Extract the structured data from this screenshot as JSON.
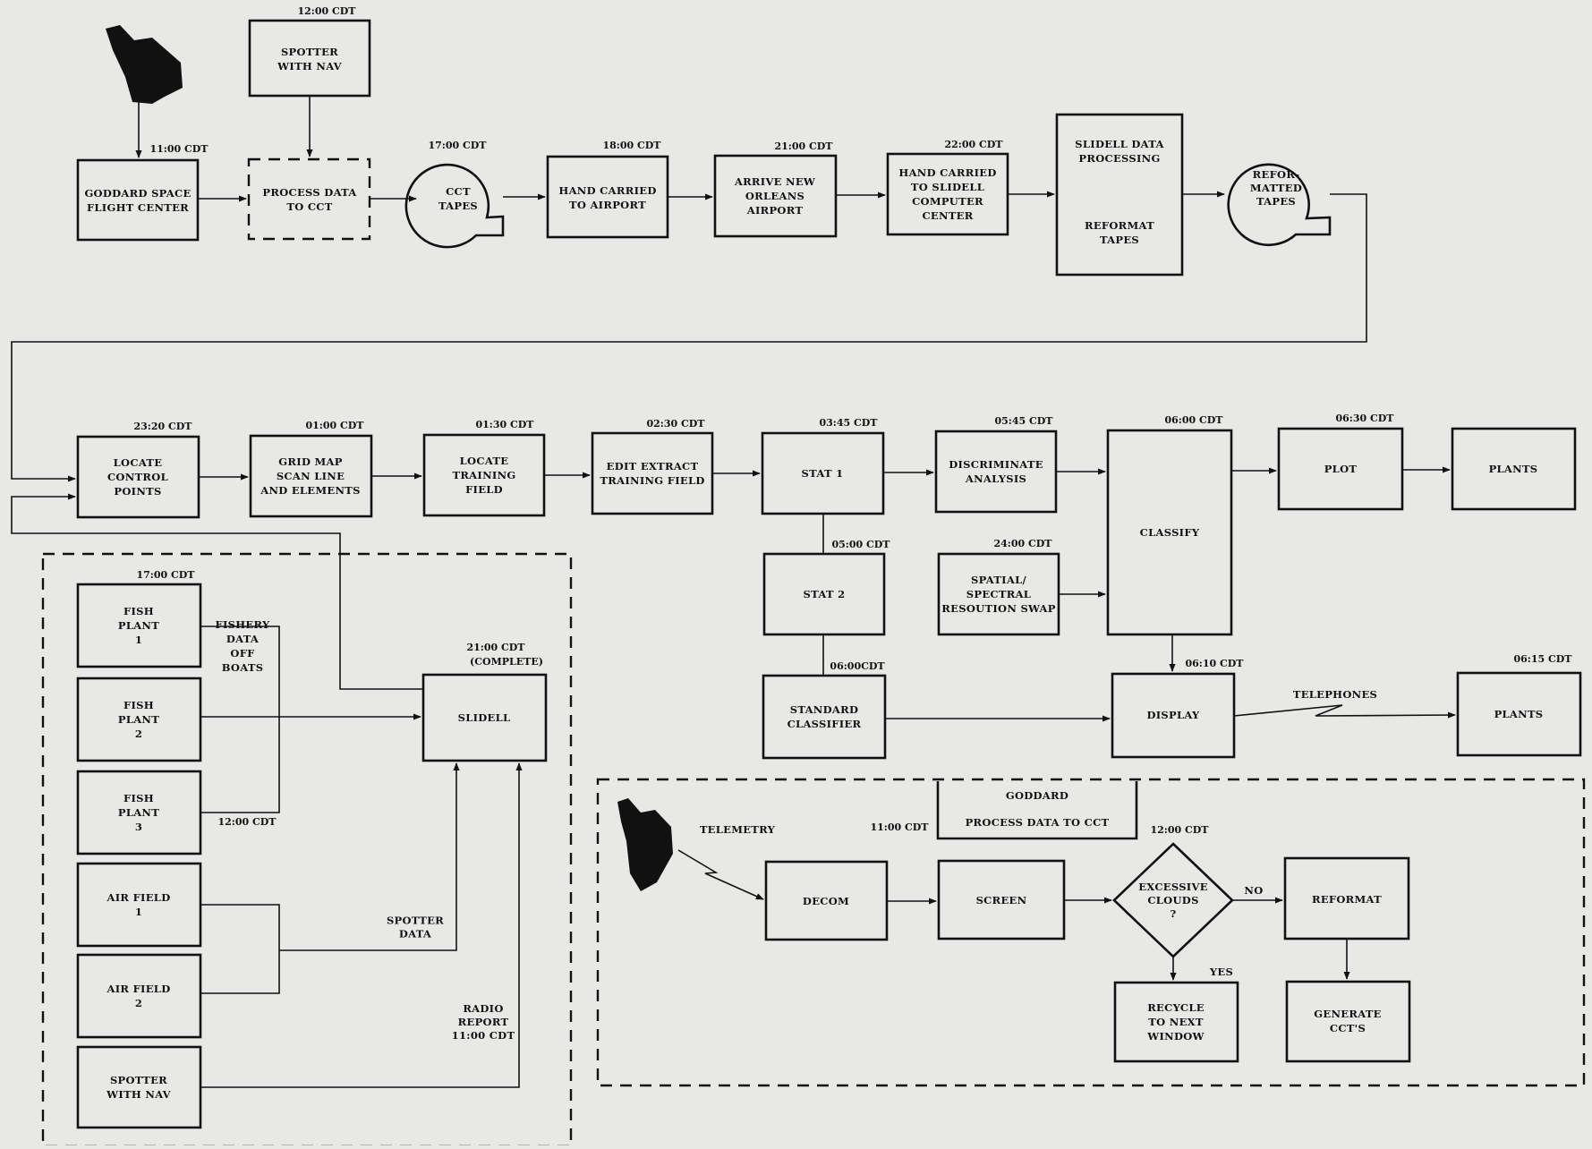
{
  "diagram": {
    "times": {
      "gsfc": "11:00 CDT",
      "spotter_top": "12:00 CDT",
      "cct": "17:00 CDT",
      "hand_airport": "18:00 CDT",
      "arrive": "21:00 CDT",
      "hand_slidell": "22:00 CDT",
      "locate_cp": "23:20 CDT",
      "grid": "01:00 CDT",
      "locate_tf": "01:30 CDT",
      "edit": "02:30 CDT",
      "stat1": "03:45 CDT",
      "disc": "05:45 CDT",
      "classify": "06:00 CDT",
      "plot": "06:30 CDT",
      "stat2": "05:00 CDT",
      "spatial": "24:00 CDT",
      "standard": "06:00CDT",
      "display": "06:10 CDT",
      "plants2": "06:15 CDT",
      "fish_top": "17:00 CDT",
      "fish_bottom": "12:00 CDT",
      "slidell_line1": "21:00 CDT",
      "slidell_line2": "(COMPLETE)",
      "goddard": "11:00 CDT",
      "excessive": "12:00 CDT"
    },
    "boxes": {
      "gsfc": [
        "GODDARD SPACE",
        "FLIGHT CENTER"
      ],
      "spotter_top": [
        "SPOTTER",
        "WITH NAV"
      ],
      "process_cct": [
        "PROCESS DATA",
        "TO CCT"
      ],
      "cct_tapes": [
        "CCT",
        "TAPES"
      ],
      "hand_airport": [
        "HAND CARRIED",
        "TO AIRPORT"
      ],
      "arrive": [
        "ARRIVE NEW",
        "ORLEANS",
        "AIRPORT"
      ],
      "hand_slidell": [
        "HAND CARRIED",
        "TO SLIDELL",
        "COMPUTER",
        "CENTER"
      ],
      "slidell_proc": [
        "SLIDELL DATA",
        "PROCESSING",
        "REFORMAT",
        "TAPES"
      ],
      "reformatted": [
        "REFOR-",
        "MATTED",
        "TAPES"
      ],
      "locate_cp": [
        "LOCATE",
        "CONTROL",
        "POINTS"
      ],
      "grid": [
        "GRID MAP",
        "SCAN LINE",
        "AND ELEMENTS"
      ],
      "locate_tf": [
        "LOCATE",
        "TRAINING",
        "FIELD"
      ],
      "edit": [
        "EDIT EXTRACT",
        "TRAINING FIELD"
      ],
      "stat1": [
        "STAT 1"
      ],
      "disc": [
        "DISCRIMINATE",
        "ANALYSIS"
      ],
      "classify": [
        "CLASSIFY"
      ],
      "plot": [
        "PLOT"
      ],
      "plants1": [
        "PLANTS"
      ],
      "stat2": [
        "STAT 2"
      ],
      "spatial": [
        "SPATIAL/",
        "SPECTRAL",
        "RESOUTION SWAP"
      ],
      "standard": [
        "STANDARD",
        "CLASSIFIER"
      ],
      "display": [
        "DISPLAY"
      ],
      "plants2": [
        "PLANTS"
      ],
      "fish1": [
        "FISH",
        "PLANT",
        "1"
      ],
      "fish2": [
        "FISH",
        "PLANT",
        "2"
      ],
      "fish3": [
        "FISH",
        "PLANT",
        "3"
      ],
      "air1": [
        "AIR FIELD",
        "1"
      ],
      "air2": [
        "AIR FIELD",
        "2"
      ],
      "spotter_bottom": [
        "SPOTTER",
        "WITH NAV"
      ],
      "slidell": [
        "SLIDELL"
      ],
      "goddard_proc": [
        "GODDARD",
        "PROCESS DATA TO CCT"
      ],
      "decom": [
        "DECOM"
      ],
      "screen": [
        "SCREEN"
      ],
      "excessive": [
        "EXCESSIVE",
        "CLOUDS",
        "?"
      ],
      "reformat": [
        "REFORMAT"
      ],
      "recycle": [
        "RECYCLE",
        "TO NEXT",
        "WINDOW"
      ],
      "generate": [
        "GENERATE",
        "CCT'S"
      ]
    },
    "labels": {
      "fishery": [
        "FISHERY",
        "DATA",
        "OFF",
        "BOATS"
      ],
      "spotter_data": [
        "SPOTTER",
        "DATA"
      ],
      "radio": [
        "RADIO",
        "REPORT",
        "11:00 CDT"
      ],
      "telephones": "TELEPHONES",
      "telemetry": "TELEMETRY",
      "no": "NO",
      "yes": "YES"
    }
  }
}
